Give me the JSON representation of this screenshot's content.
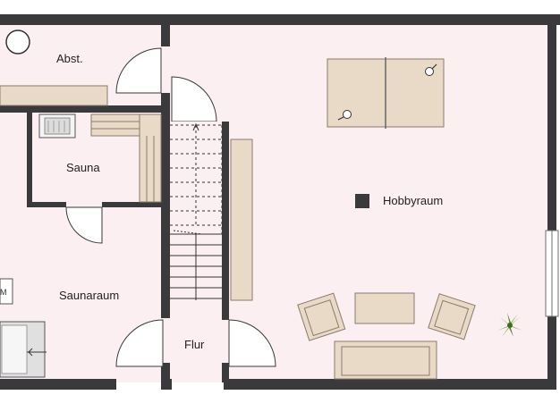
{
  "rooms": {
    "abst": "Abst.",
    "sauna": "Sauna",
    "saunaraum": "Saunaraum",
    "hobbyraum": "Hobbyraum",
    "flur": "Flur"
  },
  "fixture_letter": "M",
  "colors": {
    "floor": "#fbeff1",
    "wall": "#3a3a3c",
    "furniture": "#e9d9c7",
    "furniture_stroke": "#8a7b6b",
    "plant": "#5f9a2a"
  }
}
